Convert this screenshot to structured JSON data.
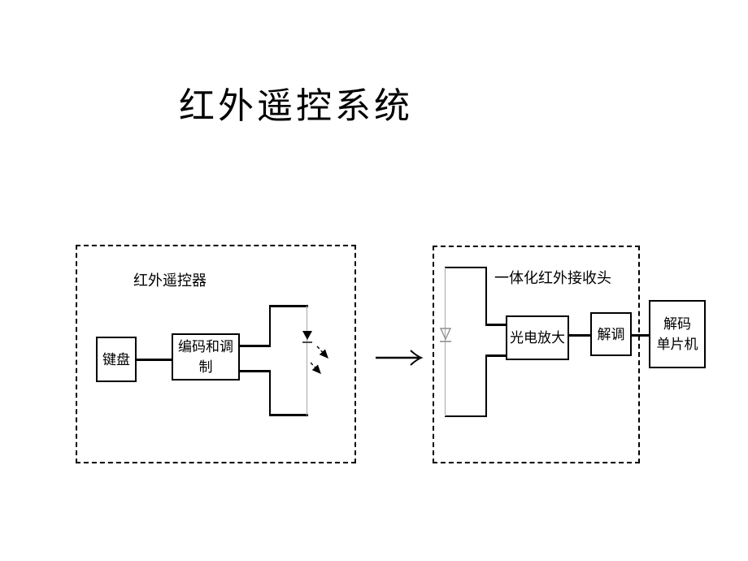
{
  "slide": {
    "title": "红外遥控系统"
  },
  "transmitter": {
    "label": "红外遥控器",
    "keyboard": "键盘",
    "encoder": "编码和调\n制"
  },
  "receiver": {
    "label": "一体化红外接收头",
    "amplifier": "光电放大",
    "demodulator": "解调"
  },
  "decoder": {
    "label": "解码\n单片机"
  },
  "icons": {
    "led": "infrared-led",
    "emission": "ir-emission-arrows",
    "photodiode": "photodiode",
    "flow_arrow": "signal-flow-arrow"
  },
  "colors": {
    "line": "#000000",
    "diode_grey": "#8f8f8f",
    "background": "#ffffff"
  }
}
